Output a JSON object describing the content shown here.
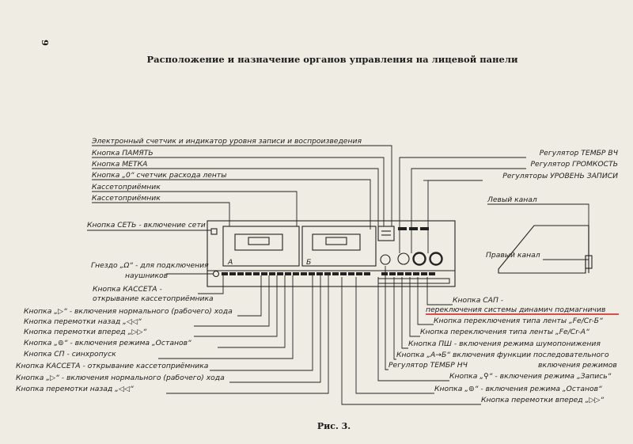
{
  "page_number": "9",
  "title": "Расположение и назначение органов управления на лицевой панели",
  "figure_caption": "Рис. 3.",
  "device_marks": {
    "left_deck": "А",
    "right_deck": "Б"
  },
  "labels_left": [
    "Электронный счетчик и индикатор уровня записи и воспроизведения",
    "Кнопка ПАМЯТЬ",
    "Кнопка МЕТКА",
    "Кнопка „0“ счетчик расхода ленты",
    "Кассетоприёмник",
    "Кассетоприёмник",
    "Кнопка СЕТЬ - включение сети",
    "Гнездо „Ω“ - для подключения",
    "наушников",
    "Кнопка КАССЕТА -",
    "открывание кассетоприёмника",
    "Кнопка „▷“ - включения нормального (рабочего) хода",
    "Кнопка перемотки назад „◁◁“",
    "Кнопка перемотки вперед „▷▷“",
    "Кнопка „⊚“ - включения режима „Останов“",
    "Кнопка СП - синхропуск",
    "Кнопка КАССЕТА - открывание кассетоприёмника",
    "Кнопка „▷“ - включения нормального (рабочего) хода",
    "Кнопка перемотки назад „◁◁“"
  ],
  "labels_right": [
    "Регулятор ТЕМБР ВЧ",
    "Регулятор ГРОМКОСТЬ",
    "Регуляторы УРОВЕНЬ ЗАПИСИ",
    "Левый канал",
    "Правый канал",
    "Кнопка САП -",
    "переключения системы динамич подмагничив",
    "Кнопка переключения типа ленты „Fe/Cr-Б“",
    "Кнопка переключения типа ленты „Fe/Cr-A“",
    "Кнопка ПШ - включения режима шумопонижения",
    "Кнопка „А→Б“ включения функции последовательного",
    "включения режимов",
    "Регулятор ТЕМБР НЧ",
    "Кнопка „⚲“ - включения режима „Запись“",
    "Кнопка „⊚“ - включения режима „Останов“",
    "Кнопка перемотки вперед „▷▷“"
  ]
}
